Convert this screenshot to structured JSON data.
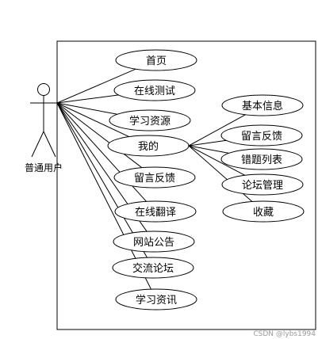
{
  "actor": {
    "label": "普通用户"
  },
  "use_cases": [
    {
      "id": "home",
      "label": "首页"
    },
    {
      "id": "test",
      "label": "在线测试"
    },
    {
      "id": "res",
      "label": "学习资源"
    },
    {
      "id": "mine",
      "label": "我的"
    },
    {
      "id": "fb",
      "label": "留言反馈"
    },
    {
      "id": "trans",
      "label": "在线翻译"
    },
    {
      "id": "notice",
      "label": "网站公告"
    },
    {
      "id": "forum",
      "label": "交流论坛"
    },
    {
      "id": "news",
      "label": "学习资讯"
    },
    {
      "id": "info",
      "label": "基本信息"
    },
    {
      "id": "myfb",
      "label": "留言反馈"
    },
    {
      "id": "wrong",
      "label": "错题列表"
    },
    {
      "id": "forummgr",
      "label": "论坛管理"
    },
    {
      "id": "fav",
      "label": "收藏"
    }
  ],
  "associations": [
    [
      "actor",
      "home"
    ],
    [
      "actor",
      "test"
    ],
    [
      "actor",
      "res"
    ],
    [
      "actor",
      "mine"
    ],
    [
      "actor",
      "fb"
    ],
    [
      "actor",
      "trans"
    ],
    [
      "actor",
      "notice"
    ],
    [
      "actor",
      "forum"
    ],
    [
      "actor",
      "news"
    ],
    [
      "mine",
      "info"
    ],
    [
      "mine",
      "myfb"
    ],
    [
      "mine",
      "wrong"
    ],
    [
      "mine",
      "forummgr"
    ],
    [
      "mine",
      "fav"
    ]
  ],
  "watermark": "CSDN @lybs1994",
  "colors": {
    "line": "#000000",
    "fill": "#ffffff"
  }
}
